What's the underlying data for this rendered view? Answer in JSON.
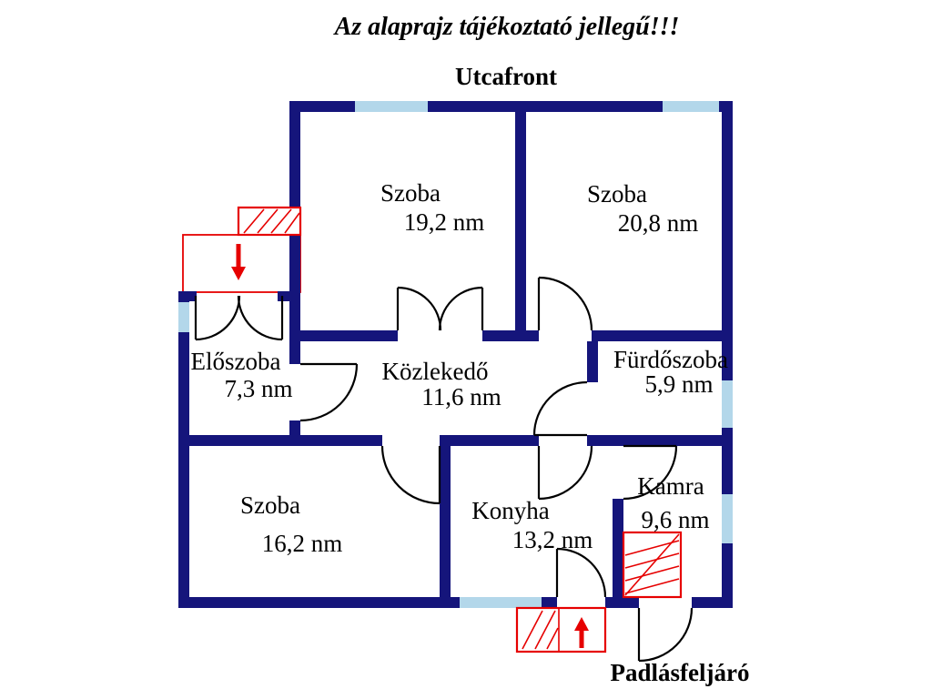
{
  "title": "Az alaprajz tájékoztató jellegű!!!",
  "labels": {
    "street_front": "Utcafront",
    "attic_access": "Padlásfeljáró"
  },
  "rooms": [
    {
      "id": "szoba-1",
      "name": "Szoba",
      "area": "19,2 nm"
    },
    {
      "id": "szoba-2",
      "name": "Szoba",
      "area": "20,8 nm"
    },
    {
      "id": "eloszoba",
      "name": "Előszoba",
      "area": "7,3 nm"
    },
    {
      "id": "kozlekedo",
      "name": "Közlekedő",
      "area": "11,6 nm"
    },
    {
      "id": "furdoszoba",
      "name": "Fürdőszoba",
      "area": "5,9 nm"
    },
    {
      "id": "szoba-3",
      "name": "Szoba",
      "area": "16,2 nm"
    },
    {
      "id": "konyha",
      "name": "Konyha",
      "area": "13,2 nm"
    },
    {
      "id": "kamra",
      "name": "Kamra",
      "area": "9,6 nm"
    }
  ],
  "colors": {
    "wall": "#15157b",
    "window": "#b3d7ea",
    "accent_red": "#e60000",
    "text": "#000000",
    "background": "#ffffff"
  }
}
